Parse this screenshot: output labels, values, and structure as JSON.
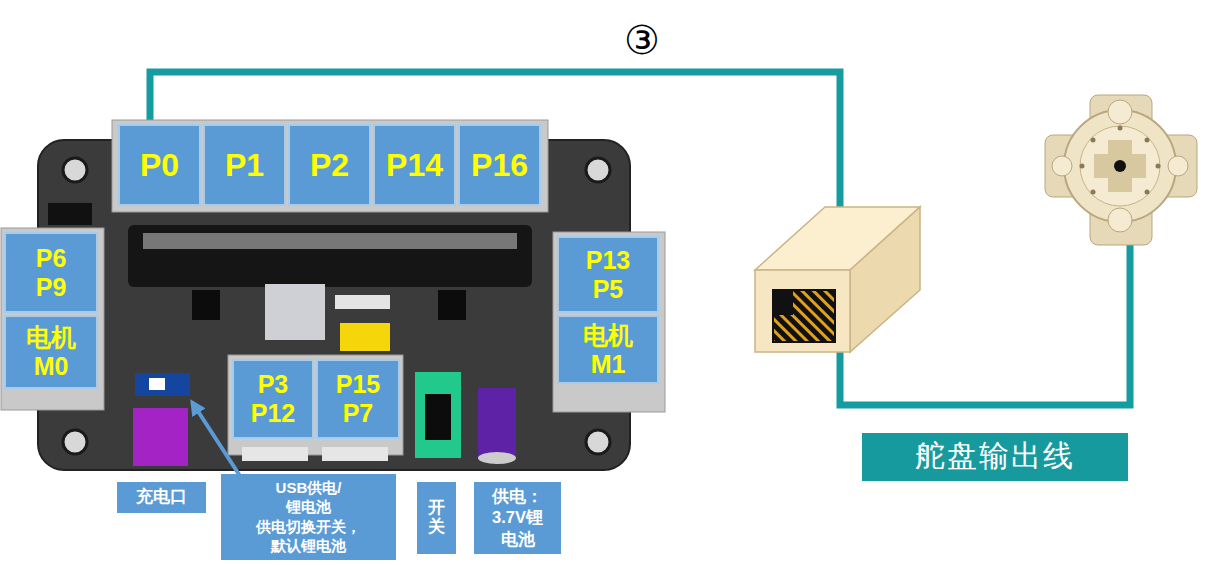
{
  "diagram": {
    "nodes": [
      {
        "text": [
          "P0"
        ]
      },
      {
        "text": [
          "P1"
        ]
      },
      {
        "text": [
          "P2"
        ]
      },
      {
        "text": [
          "P14"
        ]
      },
      {
        "text": [
          "P16"
        ]
      },
      {
        "text": [
          "P6 P9"
        ]
      },
      {
        "text": [
          "P13 P5"
        ]
      },
      {
        "text": [
          "电机 M0"
        ]
      },
      {
        "text": [
          "电机 M1"
        ]
      },
      {
        "text": [
          "P3 P12"
        ]
      },
      {
        "text": [
          "P15 P7"
        ]
      },
      {
        "text": [
          "充电口"
        ]
      },
      {
        "text": [
          "USB供电/锂电池 供电切换开关， 默认锂电池"
        ]
      },
      {
        "text": [
          "开关"
        ]
      },
      {
        "text": [
          "供电： 3.7V锂 电池"
        ]
      },
      {
        "text": [
          "舵盘输出线"
        ]
      }
    ],
    "labels": [
      "③"
    ]
  }
}
